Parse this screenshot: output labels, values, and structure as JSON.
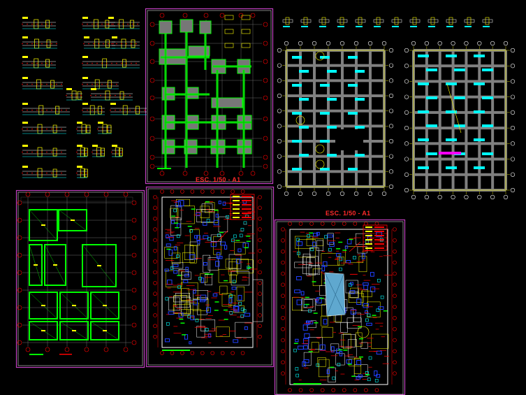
{
  "viewer": {
    "background": "#000000",
    "frame_color": "#c040c0",
    "frame_color_light": "#ffffff"
  },
  "labels": {
    "scale_sheet_1": "ESC. 1/50 - A1",
    "scale_sheet_2": "ESC. 1/50 - A1"
  },
  "palette": {
    "grid": "#ffff00",
    "wall": "#7f7f7f",
    "beam": "#00ffff",
    "slab": "#00ff00",
    "dim": "#ff0000",
    "blue": "#2040ff",
    "magenta": "#ff00ff",
    "white": "#ffffff"
  },
  "sheets": [
    {
      "id": "details-strip",
      "content": "section-details"
    },
    {
      "id": "foundation-plan",
      "content": "footing-layout"
    },
    {
      "id": "framing-plan-1",
      "content": "beam-layout"
    },
    {
      "id": "framing-plan-2",
      "content": "beam-layout"
    },
    {
      "id": "roof-slab-plan",
      "content": "slab-layout"
    },
    {
      "id": "architecture-plan-1",
      "content": "floor-plan"
    },
    {
      "id": "architecture-plan-2",
      "content": "floor-plan"
    }
  ]
}
